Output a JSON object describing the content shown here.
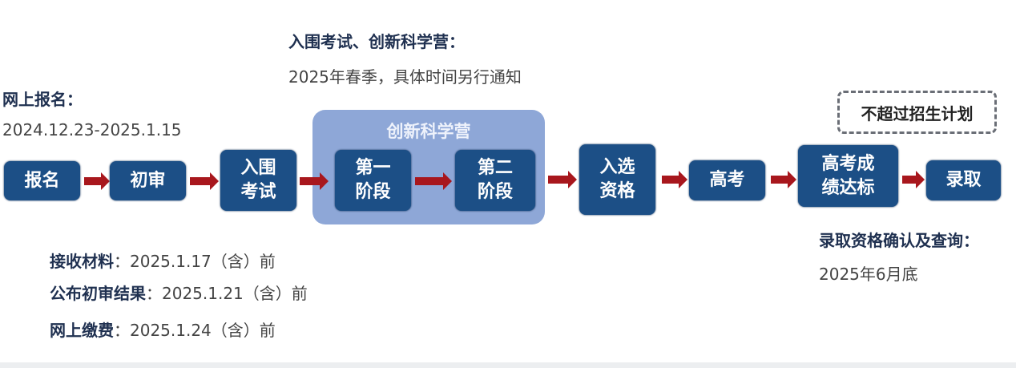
{
  "top_note": {
    "title": "入围考试、创新科学营：",
    "detail": "2025年春季，具体时间另行通知"
  },
  "signup_note": {
    "title": "网上报名：",
    "detail": "2024.12.23-2025.1.15"
  },
  "steps": [
    "报名",
    "初审",
    "入围\n考试",
    "第一\n阶段",
    "第二\n阶段",
    "入选\n资格",
    "高考",
    "高考成\n绩达标",
    "录取"
  ],
  "group_label": "创新科学营",
  "quota_note": "不超过招生计划",
  "bottom_notes": [
    {
      "label": "接收材料",
      "value": "：2025.1.17（含）前"
    },
    {
      "label": "公布初审结果",
      "value": "：2025.1.21（含）前"
    },
    {
      "label": "网上缴费",
      "value": "：2025.1.24（含）前"
    }
  ],
  "admission_note": {
    "title": "录取资格确认及查询：",
    "detail": "2025年6月底"
  },
  "colors": {
    "box": "#1c4f86",
    "group": "#8ea7d7",
    "arrow": "#a8171d"
  }
}
